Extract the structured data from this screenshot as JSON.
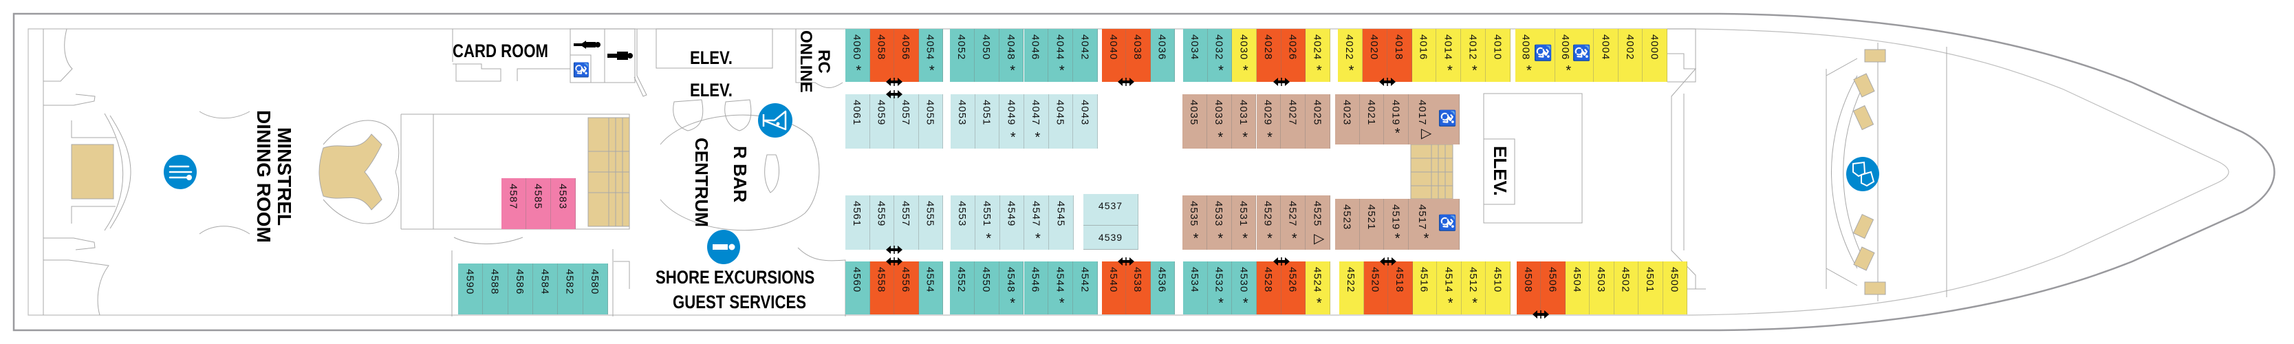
{
  "colors": {
    "teal": "#72cbc4",
    "orange": "#f15a24",
    "yellow": "#f8ec47",
    "tan": "#d2ab97",
    "lightblue": "#c9e8ea",
    "pink": "#f27daa",
    "stairs": "#e5cd93",
    "icon_blue": "#0088cf",
    "hull": "#9a9a9e"
  },
  "venues": {
    "dining_room_line1": "MINSTREL",
    "dining_room_line2": "DINING ROOM",
    "card_room": "CARD ROOM",
    "elevator_1": "ELEV.",
    "elevator_2": "ELEV.",
    "elevator_3": "ELEV.",
    "rc_online_line1": "RC",
    "rc_online_line2": "ONLINE",
    "r_bar": "R BAR",
    "centrum": "CENTRUM",
    "shore_excursions": "SHORE EXCURSIONS",
    "guest_services": "GUEST SERVICES"
  },
  "icons": [
    "dining-icon",
    "bar-icon",
    "guest-services-icon",
    "theater-icon",
    "restroom-women-icon",
    "restroom-men-icon",
    "accessible-restroom-icon"
  ],
  "cabin_groups": [
    {
      "id": "T1",
      "cabins": [
        {
          "number": "4060",
          "color": "teal",
          "mark": "*"
        },
        {
          "number": "4058",
          "color": "orange"
        },
        {
          "number": "4056",
          "color": "orange"
        },
        {
          "number": "4054",
          "color": "teal",
          "mark": "*"
        }
      ]
    },
    {
      "id": "T2",
      "cabins": [
        {
          "number": "4052",
          "color": "teal"
        },
        {
          "number": "4050",
          "color": "teal"
        },
        {
          "number": "4048",
          "color": "teal",
          "mark": "*"
        },
        {
          "number": "4046",
          "color": "teal"
        },
        {
          "number": "4044",
          "color": "teal",
          "mark": "*"
        },
        {
          "number": "4042",
          "color": "teal"
        }
      ]
    },
    {
      "id": "T3",
      "cabins": [
        {
          "number": "4040",
          "color": "orange"
        },
        {
          "number": "4038",
          "color": "orange"
        },
        {
          "number": "4036",
          "color": "teal"
        }
      ]
    },
    {
      "id": "T4",
      "cabins": [
        {
          "number": "4034",
          "color": "teal"
        },
        {
          "number": "4032",
          "color": "teal",
          "mark": "*"
        },
        {
          "number": "4030",
          "color": "yellow",
          "mark": "*"
        },
        {
          "number": "4028",
          "color": "orange"
        },
        {
          "number": "4026",
          "color": "orange"
        },
        {
          "number": "4024",
          "color": "yellow",
          "mark": "*"
        }
      ]
    },
    {
      "id": "T5",
      "cabins": [
        {
          "number": "4022",
          "color": "yellow",
          "mark": "*"
        },
        {
          "number": "4020",
          "color": "orange"
        },
        {
          "number": "4018",
          "color": "orange"
        },
        {
          "number": "4016",
          "color": "yellow"
        },
        {
          "number": "4014",
          "color": "yellow",
          "mark": "*"
        },
        {
          "number": "4012",
          "color": "yellow",
          "mark": "*"
        },
        {
          "number": "4010",
          "color": "yellow"
        }
      ]
    },
    {
      "id": "T6",
      "cabins": [
        {
          "number": "4008",
          "color": "yellow",
          "mark": "*",
          "accessible": true
        },
        {
          "number": "4006",
          "color": "yellow",
          "mark": "*",
          "accessible": true
        },
        {
          "number": "4004",
          "color": "yellow"
        },
        {
          "number": "4002",
          "color": "yellow"
        },
        {
          "number": "4000",
          "color": "yellow"
        }
      ]
    },
    {
      "id": "I1",
      "cabins": [
        {
          "number": "4061",
          "color": "lightblue"
        },
        {
          "number": "4059",
          "color": "lightblue"
        },
        {
          "number": "4057",
          "color": "lightblue"
        },
        {
          "number": "4055",
          "color": "lightblue"
        }
      ]
    },
    {
      "id": "I2",
      "cabins": [
        {
          "number": "4053",
          "color": "lightblue"
        },
        {
          "number": "4051",
          "color": "lightblue"
        },
        {
          "number": "4049",
          "color": "lightblue",
          "mark": "*"
        },
        {
          "number": "4047",
          "color": "lightblue",
          "mark": "*"
        },
        {
          "number": "4045",
          "color": "lightblue"
        },
        {
          "number": "4043",
          "color": "lightblue"
        }
      ]
    },
    {
      "id": "I3",
      "cabins": [
        {
          "number": "4035",
          "color": "tan"
        },
        {
          "number": "4033",
          "color": "tan",
          "mark": "*"
        },
        {
          "number": "4031",
          "color": "tan",
          "mark": "*"
        },
        {
          "number": "4029",
          "color": "tan",
          "mark": "*"
        },
        {
          "number": "4027",
          "color": "tan"
        },
        {
          "number": "4025",
          "color": "tan"
        }
      ]
    },
    {
      "id": "I4",
      "cabins": [
        {
          "number": "4023",
          "color": "tan"
        },
        {
          "number": "4021",
          "color": "tan"
        },
        {
          "number": "4019",
          "color": "tan",
          "mark": "*"
        },
        {
          "number": "4017",
          "color": "tan",
          "mark": "▷",
          "accessible": true
        }
      ]
    },
    {
      "id": "L1",
      "cabins": [
        {
          "number": "4561",
          "color": "lightblue"
        },
        {
          "number": "4559",
          "color": "lightblue"
        },
        {
          "number": "4557",
          "color": "lightblue"
        },
        {
          "number": "4555",
          "color": "lightblue"
        }
      ]
    },
    {
      "id": "L2",
      "cabins": [
        {
          "number": "4553",
          "color": "lightblue"
        },
        {
          "number": "4551",
          "color": "lightblue",
          "mark": "*"
        },
        {
          "number": "4549",
          "color": "lightblue"
        },
        {
          "number": "4547",
          "color": "lightblue",
          "mark": "*"
        },
        {
          "number": "4545",
          "color": "lightblue"
        }
      ]
    },
    {
      "id": "L3",
      "cabins": [
        {
          "number": "4537",
          "color": "lightblue"
        },
        {
          "number": "4539",
          "color": "lightblue"
        }
      ]
    },
    {
      "id": "L4",
      "cabins": [
        {
          "number": "4535",
          "color": "tan",
          "mark": "*"
        },
        {
          "number": "4533",
          "color": "tan",
          "mark": "*"
        },
        {
          "number": "4531",
          "color": "tan",
          "mark": "*"
        },
        {
          "number": "4529",
          "color": "tan",
          "mark": "*"
        },
        {
          "number": "4527",
          "color": "tan",
          "mark": "*"
        },
        {
          "number": "4525",
          "color": "tan",
          "mark": "▷"
        }
      ]
    },
    {
      "id": "L5",
      "cabins": [
        {
          "number": "4523",
          "color": "tan"
        },
        {
          "number": "4521",
          "color": "tan"
        },
        {
          "number": "4519",
          "color": "tan",
          "mark": "*"
        },
        {
          "number": "4517",
          "color": "tan",
          "mark": "*",
          "accessible": true
        }
      ]
    },
    {
      "id": "B1",
      "cabins": [
        {
          "number": "4560",
          "color": "teal"
        },
        {
          "number": "4558",
          "color": "orange"
        },
        {
          "number": "4556",
          "color": "orange"
        },
        {
          "number": "4554",
          "color": "teal"
        }
      ]
    },
    {
      "id": "B2",
      "cabins": [
        {
          "number": "4552",
          "color": "teal"
        },
        {
          "number": "4550",
          "color": "teal"
        },
        {
          "number": "4548",
          "color": "teal",
          "mark": "*"
        },
        {
          "number": "4546",
          "color": "teal"
        },
        {
          "number": "4544",
          "color": "teal",
          "mark": "*"
        },
        {
          "number": "4542",
          "color": "teal"
        }
      ]
    },
    {
      "id": "B3",
      "cabins": [
        {
          "number": "4540",
          "color": "orange"
        },
        {
          "number": "4538",
          "color": "orange"
        },
        {
          "number": "4536",
          "color": "teal"
        }
      ]
    },
    {
      "id": "B4",
      "cabins": [
        {
          "number": "4534",
          "color": "teal"
        },
        {
          "number": "4532",
          "color": "teal",
          "mark": "*"
        },
        {
          "number": "4530",
          "color": "teal",
          "mark": "*"
        },
        {
          "number": "4528",
          "color": "orange"
        },
        {
          "number": "4526",
          "color": "orange"
        },
        {
          "number": "4524",
          "color": "yellow",
          "mark": "*"
        }
      ]
    },
    {
      "id": "B5",
      "cabins": [
        {
          "number": "4522",
          "color": "yellow"
        },
        {
          "number": "4520",
          "color": "orange"
        },
        {
          "number": "4518",
          "color": "orange"
        },
        {
          "number": "4516",
          "color": "yellow"
        },
        {
          "number": "4514",
          "color": "yellow",
          "mark": "*"
        },
        {
          "number": "4512",
          "color": "yellow",
          "mark": "*"
        },
        {
          "number": "4510",
          "color": "yellow"
        }
      ]
    },
    {
      "id": "B6",
      "cabins": [
        {
          "number": "4508",
          "color": "orange"
        },
        {
          "number": "4506",
          "color": "orange"
        },
        {
          "number": "4504",
          "color": "yellow"
        },
        {
          "number": "4503",
          "color": "yellow"
        },
        {
          "number": "4502",
          "color": "yellow"
        },
        {
          "number": "4501",
          "color": "yellow"
        },
        {
          "number": "4500",
          "color": "yellow"
        }
      ]
    },
    {
      "id": "P",
      "cabins": [
        {
          "number": "4587",
          "color": "pink"
        },
        {
          "number": "4585",
          "color": "pink"
        },
        {
          "number": "4583",
          "color": "pink"
        }
      ]
    },
    {
      "id": "BL",
      "cabins": [
        {
          "number": "4590",
          "color": "teal"
        },
        {
          "number": "4588",
          "color": "teal"
        },
        {
          "number": "4586",
          "color": "teal"
        },
        {
          "number": "4584",
          "color": "teal"
        },
        {
          "number": "4582",
          "color": "teal"
        },
        {
          "number": "4580",
          "color": "teal"
        }
      ]
    }
  ],
  "connecting_cabins": [
    [
      "4058",
      "4056"
    ],
    [
      "4059",
      "4057"
    ],
    [
      "4040",
      "4038"
    ],
    [
      "4028",
      "4026"
    ],
    [
      "4020",
      "4018"
    ],
    [
      "4559",
      "4557"
    ],
    [
      "4558",
      "4556"
    ],
    [
      "4540",
      "4538"
    ],
    [
      "4528",
      "4526"
    ],
    [
      "4520",
      "4518"
    ],
    [
      "4508",
      "4506"
    ]
  ]
}
